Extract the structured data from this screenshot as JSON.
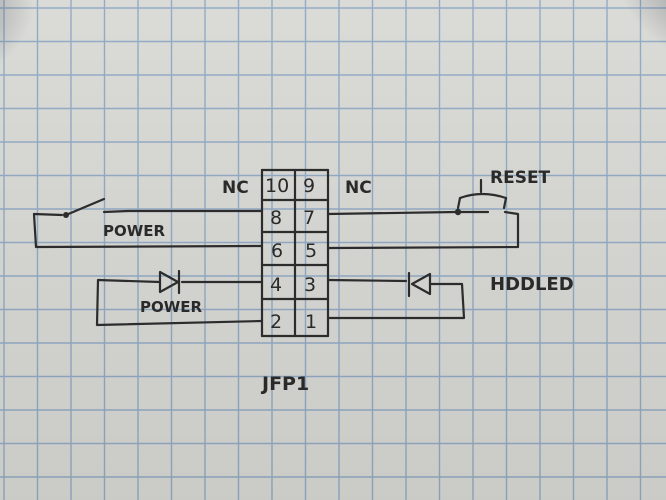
{
  "diagram": {
    "header_title": "JFP1",
    "pins": {
      "p10": "10",
      "p9": "9",
      "p8": "8",
      "p7": "7",
      "p6": "6",
      "p5": "5",
      "p4": "4",
      "p3": "3",
      "p2": "2",
      "p1": "1"
    },
    "labels": {
      "nc_left": "NC",
      "nc_right": "NC",
      "reset": "RESET",
      "hdd_led": "HDDLED",
      "power_switch": "POWER",
      "power_led": "POWER"
    },
    "colors": {
      "paper": "#e6e6e2",
      "grid": "#9bb5cf",
      "ink": "#2c2c2c"
    }
  }
}
